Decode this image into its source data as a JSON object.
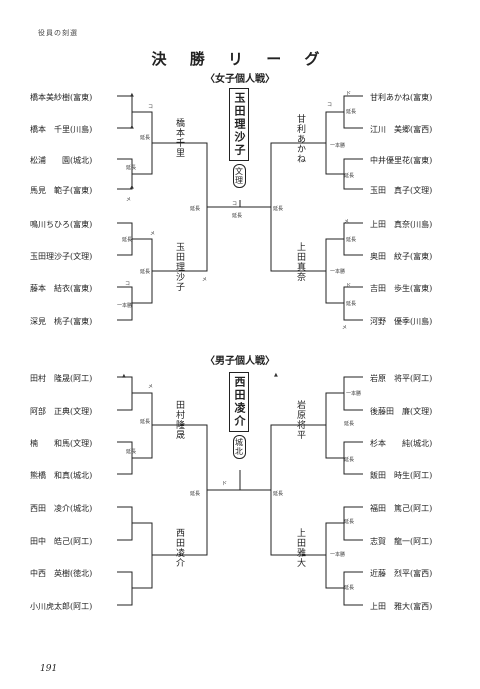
{
  "header": "役員の刻選",
  "title": "決 勝 リ ー グ",
  "sections": [
    {
      "subtitle": "〈女子個人戦〉",
      "left_players": [
        "橋本美紗樹(富東)",
        "橋本　千里(川島)",
        "松浦　　園(城北)",
        "馬見　範子(富東)",
        "鳴川ちひろ(富東)",
        "玉田理沙子(文理)",
        "藤本　結衣(富東)",
        "深見　桃子(富東)"
      ],
      "right_players": [
        "甘利あかね(富東)",
        "江川　美郷(富西)",
        "中井優里花(富東)",
        "玉田　真子(文理)",
        "上田　真奈(川島)",
        "奥田　紋子(富東)",
        "吉田　歩生(富東)",
        "河野　優季(川島)"
      ],
      "left_semi": [
        "橋本千里",
        "玉田理沙子"
      ],
      "right_semi": [
        "甘利あかね",
        "上田真奈"
      ],
      "champion": "玉田理沙子",
      "champion_school": "文理"
    },
    {
      "subtitle": "〈男子個人戦〉",
      "left_players": [
        "田村　隆晟(阿工)",
        "阿部　正典(文理)",
        "楠　　和馬(文理)",
        "熊橋　和真(城北)",
        "西田　凌介(城北)",
        "田中　皓己(阿工)",
        "中西　英樹(徳北)",
        "小川虎太郎(阿工)"
      ],
      "right_players": [
        "岩原　将平(阿工)",
        "後藤田　廉(文理)",
        "杉本　　純(城北)",
        "飯田　時生(阿工)",
        "福田　篤己(阿工)",
        "志賀　龍一(阿工)",
        "近藤　烈平(富西)",
        "上田　雅大(富西)"
      ],
      "left_semi": [
        "田村隆晟",
        "西田凌介"
      ],
      "right_semi": [
        "岩原将平",
        "上田雅大"
      ],
      "champion": "西田凌介",
      "champion_school": "城北"
    }
  ],
  "marks": [
    "コ",
    "メ",
    "延長",
    "一本勝",
    "ド",
    "▲"
  ],
  "page_number": "191"
}
